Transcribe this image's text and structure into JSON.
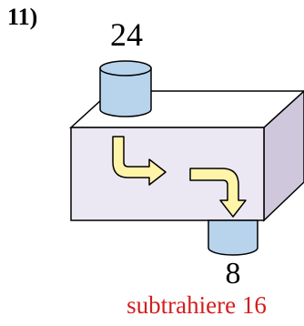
{
  "exercise": {
    "number_label": "11)"
  },
  "machine": {
    "input_value": "24",
    "output_value": "8",
    "rule_text": "subtrahiere 16"
  },
  "colors": {
    "box_face": "#ece8f3",
    "box_top": "#ffffff",
    "box_side": "#cfc8dc",
    "cylinder_fill": "#b8d3ec",
    "arrow_fill": "#fff4a8",
    "rule_text": "#d21e1e",
    "stroke": "#000000"
  },
  "icons": {
    "arrow_1": "arrow-down-right-icon",
    "arrow_2": "arrow-right-down-icon"
  }
}
